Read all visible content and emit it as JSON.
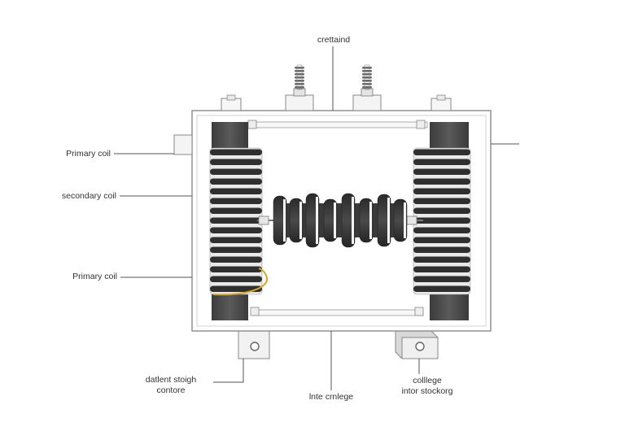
{
  "diagram": {
    "labels": {
      "top": "crettaind",
      "primary_coil_upper": "Primary coil",
      "secondary_coil": "secondary coil",
      "primary_coil_lower": "Primary coil",
      "bottom_left_line1": "datlent stoigh",
      "bottom_left_line2": "contore",
      "bottom_center": "lnte crnlege",
      "bottom_right_line1": "colllege",
      "bottom_right_line2": "intor stockorg"
    },
    "colors": {
      "frame_stroke": "#8a8a8a",
      "core_fill": "#4a4a4a",
      "coil_dark": "#2f2f2f",
      "coil_light": "#e9e9e9",
      "leader_line": "#555555",
      "accent_wire": "#d4a72c"
    }
  }
}
